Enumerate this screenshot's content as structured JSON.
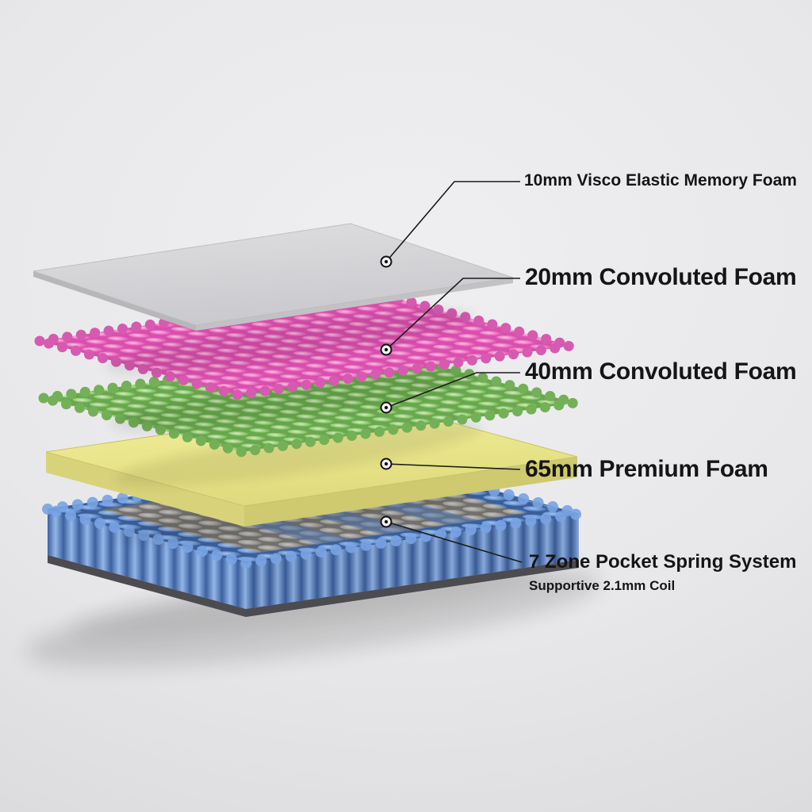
{
  "background_color": "#e8e8ea",
  "diagram": {
    "layers": [
      {
        "label": "10mm Visco Elastic Memory Foam",
        "color": "#d6d6d8"
      },
      {
        "label": "20mm Convoluted Foam",
        "color": "#ee6cbf"
      },
      {
        "label": "40mm Convoluted Foam",
        "color": "#84c465"
      },
      {
        "label": "65mm Premium Foam",
        "color": "#ebe88e"
      },
      {
        "label": "7 Zone Pocket Spring System",
        "sublabel": "Supportive 2.1mm Coil",
        "color": "#5e8ed3"
      }
    ]
  }
}
